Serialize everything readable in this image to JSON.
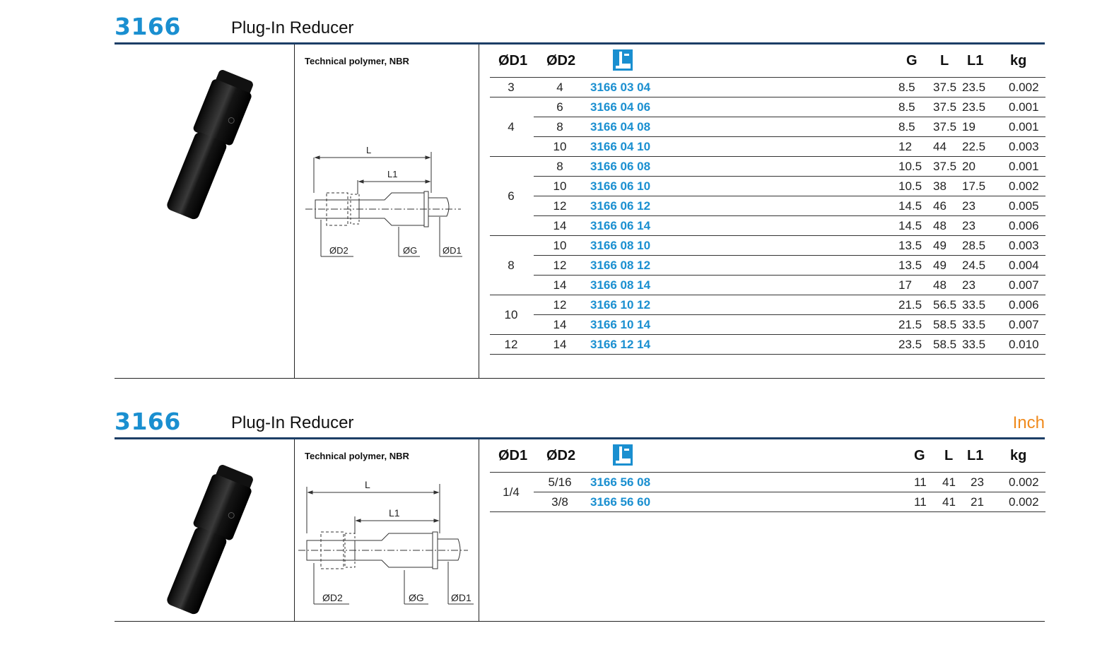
{
  "sections": [
    {
      "code": "3166",
      "name": "Plug-In Reducer",
      "extra": "",
      "material": "Technical polymer, NBR",
      "drawing_labels": {
        "l": "L",
        "l1": "L1",
        "od2": "ØD2",
        "og": "ØG",
        "od1": "ØD1"
      },
      "headers": {
        "d1": "ØD1",
        "d2": "ØD2",
        "g": "G",
        "l": "L",
        "l1": "L1",
        "kg": "kg"
      },
      "groups": [
        {
          "d1": "3",
          "rows": [
            {
              "d2": "4",
              "code": "3166 03 04",
              "g": "8.5",
              "l": "37.5",
              "l1": "23.5",
              "kg": "0.002"
            }
          ]
        },
        {
          "d1": "4",
          "rows": [
            {
              "d2": "6",
              "code": "3166 04 06",
              "g": "8.5",
              "l": "37.5",
              "l1": "23.5",
              "kg": "0.001"
            },
            {
              "d2": "8",
              "code": "3166 04 08",
              "g": "8.5",
              "l": "37.5",
              "l1": "19",
              "kg": "0.001"
            },
            {
              "d2": "10",
              "code": "3166 04 10",
              "g": "12",
              "l": "44",
              "l1": "22.5",
              "kg": "0.003"
            }
          ]
        },
        {
          "d1": "6",
          "rows": [
            {
              "d2": "8",
              "code": "3166 06 08",
              "g": "10.5",
              "l": "37.5",
              "l1": "20",
              "kg": "0.001"
            },
            {
              "d2": "10",
              "code": "3166 06 10",
              "g": "10.5",
              "l": "38",
              "l1": "17.5",
              "kg": "0.002"
            },
            {
              "d2": "12",
              "code": "3166 06 12",
              "g": "14.5",
              "l": "46",
              "l1": "23",
              "kg": "0.005"
            },
            {
              "d2": "14",
              "code": "3166 06 14",
              "g": "14.5",
              "l": "48",
              "l1": "23",
              "kg": "0.006"
            }
          ]
        },
        {
          "d1": "8",
          "rows": [
            {
              "d2": "10",
              "code": "3166 08 10",
              "g": "13.5",
              "l": "49",
              "l1": "28.5",
              "kg": "0.003"
            },
            {
              "d2": "12",
              "code": "3166 08 12",
              "g": "13.5",
              "l": "49",
              "l1": "24.5",
              "kg": "0.004"
            },
            {
              "d2": "14",
              "code": "3166 08 14",
              "g": "17",
              "l": "48",
              "l1": "23",
              "kg": "0.007"
            }
          ]
        },
        {
          "d1": "10",
          "rows": [
            {
              "d2": "12",
              "code": "3166 10 12",
              "g": "21.5",
              "l": "56.5",
              "l1": "33.5",
              "kg": "0.006"
            },
            {
              "d2": "14",
              "code": "3166 10 14",
              "g": "21.5",
              "l": "58.5",
              "l1": "33.5",
              "kg": "0.007"
            }
          ]
        },
        {
          "d1": "12",
          "rows": [
            {
              "d2": "14",
              "code": "3166 12 14",
              "g": "23.5",
              "l": "58.5",
              "l1": "33.5",
              "kg": "0.010"
            }
          ]
        }
      ]
    },
    {
      "code": "3166",
      "name": "Plug-In Reducer",
      "extra": "Inch",
      "material": "Technical polymer, NBR",
      "drawing_labels": {
        "l": "L",
        "l1": "L1",
        "od2": "ØD2",
        "og": "ØG",
        "od1": "ØD1"
      },
      "headers": {
        "d1": "ØD1",
        "d2": "ØD2",
        "g": "G",
        "l": "L",
        "l1": "L1",
        "kg": "kg"
      },
      "groups": [
        {
          "d1": "1/4",
          "rows": [
            {
              "d2": "5/16",
              "code": "3166 56 08",
              "g": "11",
              "l": "41",
              "l1": "23",
              "kg": "0.002"
            },
            {
              "d2": "3/8",
              "code": "3166 56 60",
              "g": "11",
              "l": "41",
              "l1": "21",
              "kg": "0.002"
            }
          ]
        }
      ]
    }
  ],
  "colors": {
    "accent": "#1a8fd0",
    "rule": "#1c3e66",
    "inch": "#f08a1c"
  },
  "icons": {
    "header": "catalog-code-icon"
  }
}
